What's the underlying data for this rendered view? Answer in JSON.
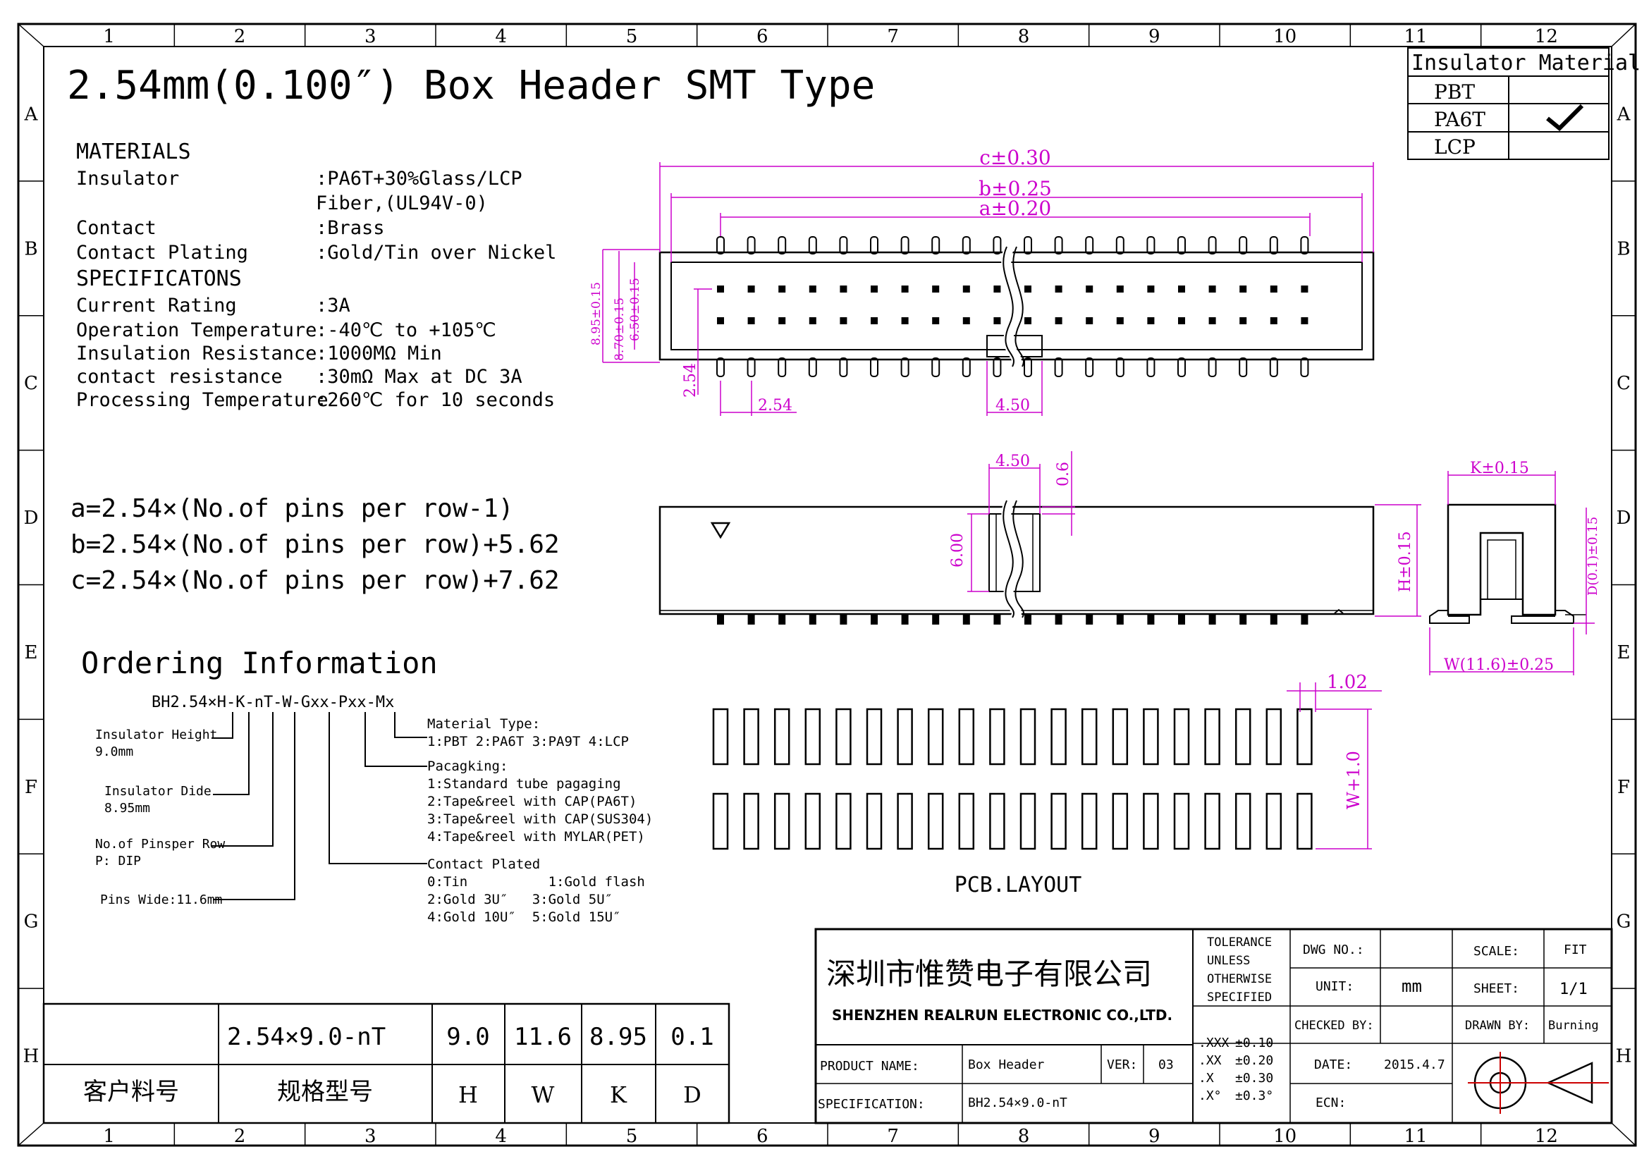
{
  "title": "2.54mm(0.100″) Box Header SMT Type",
  "grid": {
    "columns": [
      "1",
      "2",
      "3",
      "4",
      "5",
      "6",
      "7",
      "8",
      "9",
      "10",
      "11",
      "12"
    ],
    "rows": [
      "A",
      "B",
      "C",
      "D",
      "E",
      "F",
      "G",
      "H"
    ]
  },
  "insulator_material": {
    "heading": "Insulator Material",
    "options": [
      {
        "name": "PBT",
        "checked": false
      },
      {
        "name": "PA6T",
        "checked": true
      },
      {
        "name": "LCP",
        "checked": false
      }
    ]
  },
  "materials": {
    "heading": "MATERIALS",
    "rows": [
      {
        "label": "Insulator",
        "value": ":PA6T+30%Glass/LCP"
      },
      {
        "label": "",
        "value": " Fiber,(UL94V-0)"
      },
      {
        "label": "Contact",
        "value": ":Brass"
      },
      {
        "label": "Contact Plating",
        "value": ":Gold/Tin over Nickel"
      }
    ]
  },
  "specifications": {
    "heading": "SPECIFICATONS",
    "rows": [
      {
        "label": "Current Rating",
        "value": ":3A"
      },
      {
        "label": "Operation Temperature",
        "value": ":-40℃ to +105℃"
      },
      {
        "label": "Insulation Resistance",
        "value": ":1000MΩ Min"
      },
      {
        "label": "contact resistance",
        "value": ":30mΩ Max at DC 3A"
      },
      {
        "label": "Processing Temperature",
        "value": ":260℃ for 10 seconds"
      }
    ]
  },
  "formulas": [
    "a=2.54×(No.of pins per row-1)",
    "b=2.54×(No.of pins per row)+5.62",
    "c=2.54×(No.of pins per row)+7.62"
  ],
  "ordering": {
    "heading": "Ordering Information",
    "code": "BH2.54×H-K-nT-W-Gxx-Pxx-Mx",
    "left_notes": [
      {
        "line1": "Insulator Height",
        "line2": "9.0mm"
      },
      {
        "line1": "Insulator Dide",
        "line2": "8.95mm"
      },
      {
        "line1": "No.of Pinsper Row",
        "line2": "P: DIP"
      },
      {
        "line1": "Pins Wide:11.6mm",
        "line2": ""
      }
    ],
    "material_type": {
      "heading": "Material Type:",
      "lines": [
        "1:PBT 2:PA6T 3:PA9T 4:LCP"
      ]
    },
    "packaging": {
      "heading": "Pacagking:",
      "lines": [
        "1:Standard tube pagaging",
        "2:Tape&reel with CAP(PA6T)",
        "3:Tape&reel with CAP(SUS304)",
        "4:Tape&reel with MYLAR(PET)"
      ]
    },
    "contact_plated": {
      "heading": "Contact Plated",
      "lines": [
        "0:Tin          1:Gold flash",
        "2:Gold 3U″   3:Gold 5U″",
        "4:Gold 10U″  5:Gold 15U″"
      ]
    }
  },
  "dimensions": {
    "c": "c±0.30",
    "b": "b±0.25",
    "a": "a±0.20",
    "h_outer": "8.95±0.15",
    "h_mid": "8.70±0.15",
    "h_inner": "6.50±0.15",
    "pin_len": "2.54",
    "pitch": "2.54",
    "key_width": "4.50",
    "side_key_width": "4.50",
    "side_gap": "0.6",
    "side_key_height": "6.00",
    "height": "H±0.15",
    "k": "K±0.15",
    "d": "D(0.1)±0.15",
    "w": "W(11.6)±0.25",
    "pad_width": "1.02",
    "pad_span": "W+1.0"
  },
  "pcb_layout_label": "PCB.LAYOUT",
  "part_table": {
    "values": [
      "2.54×9.0-nT",
      "9.0",
      "11.6",
      "8.95",
      "0.1"
    ],
    "headers": [
      "客户料号",
      "规格型号",
      "H",
      "W",
      "K",
      "D"
    ]
  },
  "title_block": {
    "company_cn": "深圳市惟赞电子有限公司",
    "company_en": "SHENZHEN REALRUN ELECTRONIC CO.,LTD.",
    "tolerance_heading": [
      "TOLERANCE",
      "UNLESS",
      "OTHERWISE",
      "SPECIFIED"
    ],
    "tolerances": [
      {
        "label": ".XXX",
        "value": "±0.10"
      },
      {
        "label": ".XX",
        "value": "±0.20"
      },
      {
        "label": ".X",
        "value": "±0.30"
      },
      {
        "label": ".X°",
        "value": "±0.3°"
      }
    ],
    "dwg_no_label": "DWG NO.:",
    "dwg_no": "",
    "unit_label": "UNIT:",
    "unit": "mm",
    "checked_label": "CHECKED BY:",
    "checked": "",
    "date_label": "DATE:",
    "date": "2015.4.7",
    "ecn_label": "ECN:",
    "ecn": "",
    "scale_label": "SCALE:",
    "scale": "FIT",
    "sheet_label": "SHEET:",
    "sheet": "1/1",
    "drawn_label": "DRAWN BY:",
    "drawn": "Burning",
    "product_label": "PRODUCT NAME:",
    "product": "Box Header",
    "ver_label": "VER:",
    "ver": "03",
    "spec_label": "SPECIFICATION:",
    "spec": "BH2.54×9.0-nT"
  }
}
